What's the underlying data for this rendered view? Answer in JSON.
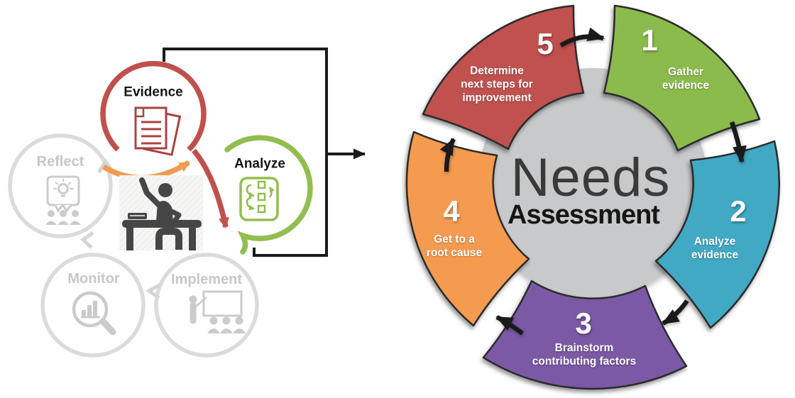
{
  "left_diagram": {
    "evidence_label": "Evidence",
    "analyze_label": "Analyze",
    "reflect_label": "Reflect",
    "monitor_label": "Monitor",
    "implement_label": "Implement"
  },
  "right_diagram": {
    "center_title_line1": "Needs",
    "center_title_line2": "Assessment",
    "steps": [
      {
        "number": "1",
        "label": "Gather\nevidence",
        "color": "#8cbb4d"
      },
      {
        "number": "2",
        "label": "Analyze\nevidence",
        "color": "#41a9c4"
      },
      {
        "number": "3",
        "label": "Brainstorm\ncontributing factors",
        "color": "#7b59a5"
      },
      {
        "number": "4",
        "label": "Get to a\nroot cause",
        "color": "#f59b50"
      },
      {
        "number": "5",
        "label": "Determine\nnext steps for\nimprovement",
        "color": "#c0514f"
      }
    ]
  },
  "colors": {
    "red": "#c0504d",
    "green": "#92be4f",
    "orange": "#f09b51",
    "center_gray": "#c8c9cb",
    "inactive_ring": "#dbdbdb",
    "outline": "#2b2b2b",
    "arrow_black": "#1a1a1a",
    "icon_gray": "#cbcbcb",
    "figure_dark": "#464646"
  },
  "icons": {
    "evidence": "documents-icon",
    "analyze": "flowchart-icon",
    "reflect": "idea-discussion-icon",
    "monitor": "chart-magnifier-icon",
    "implement": "presentation-icon",
    "center": "student-at-desk-icon"
  }
}
